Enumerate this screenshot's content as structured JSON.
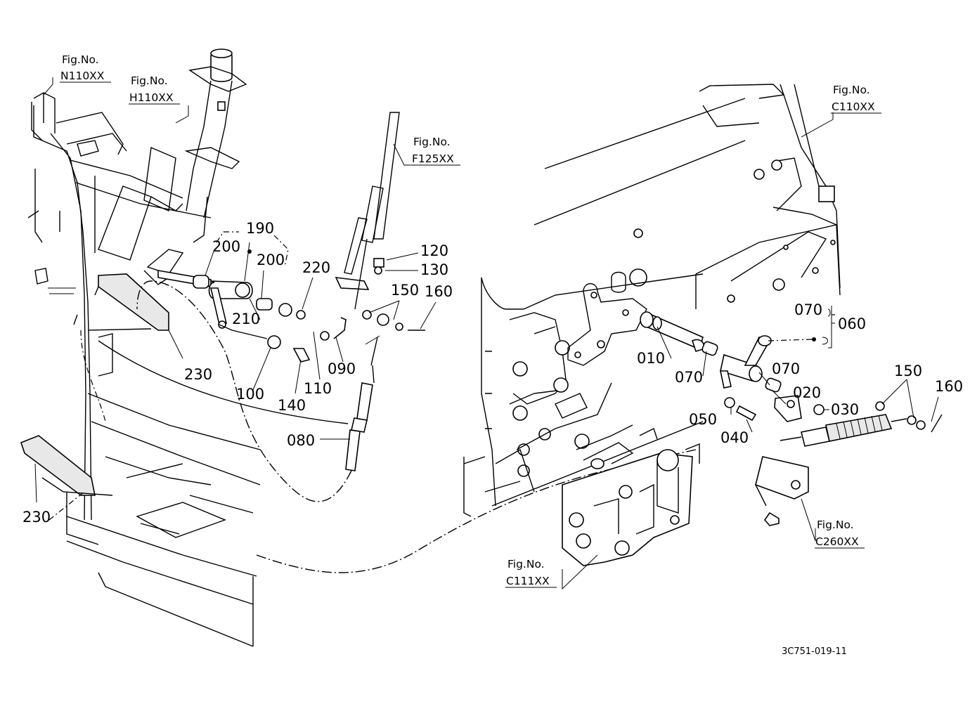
{
  "diagram_code": "3C751-019-11",
  "figure_refs": {
    "n110": {
      "line1": "Fig.No.",
      "line2": "N110XX"
    },
    "h110": {
      "line1": "Fig.No.",
      "line2": "H110XX"
    },
    "f125": {
      "line1": "Fig.No.",
      "line2": "F125XX"
    },
    "c110": {
      "line1": "Fig.No.",
      "line2": "C110XX"
    },
    "c260": {
      "line1": "Fig.No.",
      "line2": "C260XX"
    },
    "c111": {
      "line1": "Fig.No.",
      "line2": "C111XX"
    }
  },
  "callouts": {
    "p190": "190",
    "p200a": "200",
    "p200b": "200",
    "p210": "210",
    "p220": "220",
    "p120": "120",
    "p130": "130",
    "p150a": "150",
    "p160a": "160",
    "p230a": "230",
    "p230b": "230",
    "p100": "100",
    "p140": "140",
    "p110": "110",
    "p090": "090",
    "p080": "080",
    "p010": "010",
    "p070a": "070",
    "p070b": "070",
    "p070c": "070",
    "p060": "060",
    "p020": "020",
    "p030": "030",
    "p050": "050",
    "p040": "040",
    "p150b": "150",
    "p160b": "160"
  }
}
